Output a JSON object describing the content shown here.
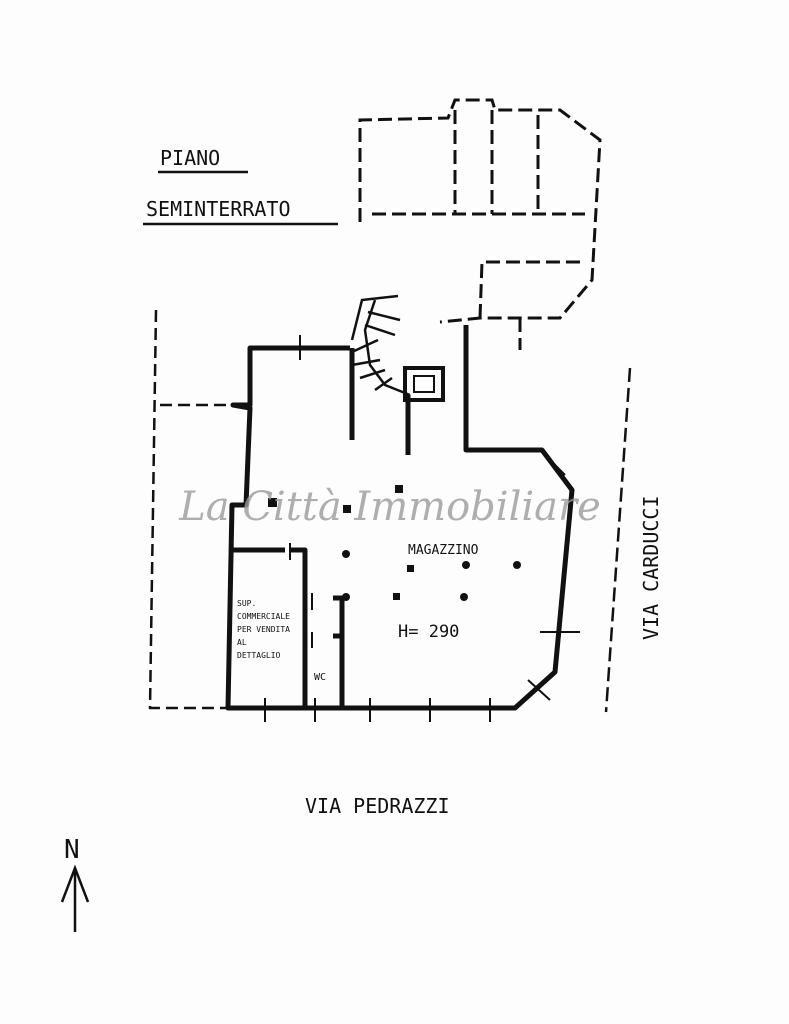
{
  "plan": {
    "title_line1": "PIANO",
    "title_line2": "SEMINTERRATO",
    "room_main": "MAGAZZINO",
    "ceiling_height": "H= 290",
    "shop_area": [
      "SUP.",
      "COMMERCIALE",
      "PER VENDITA",
      "AL",
      "DETTAGLIO"
    ],
    "wc": "WC",
    "street_east": "VIA CARDUCCI",
    "street_south": "VIA PEDRAZZI",
    "north": "N"
  },
  "watermark": "La Città Immobiliare"
}
